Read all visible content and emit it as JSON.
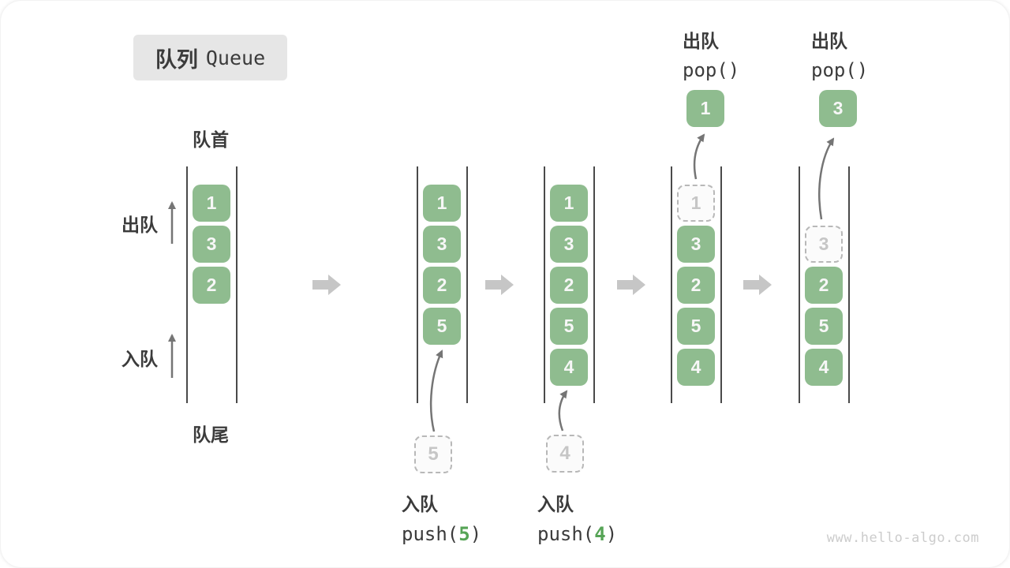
{
  "title": {
    "zh": "队列",
    "en": "Queue"
  },
  "side_labels": {
    "front": "队首",
    "rear": "队尾",
    "dequeue": "出队",
    "enqueue": "入队"
  },
  "states": [
    {
      "name": "initial",
      "start_row": 0,
      "cells": [
        {
          "v": "1"
        },
        {
          "v": "3"
        },
        {
          "v": "2"
        }
      ]
    },
    {
      "name": "after-push-5",
      "start_row": 0,
      "cells": [
        {
          "v": "1"
        },
        {
          "v": "3"
        },
        {
          "v": "2"
        },
        {
          "v": "5"
        }
      ],
      "incoming": "5"
    },
    {
      "name": "after-push-4",
      "start_row": 0,
      "cells": [
        {
          "v": "1"
        },
        {
          "v": "3"
        },
        {
          "v": "2"
        },
        {
          "v": "5"
        },
        {
          "v": "4"
        }
      ],
      "incoming": "4"
    },
    {
      "name": "after-pop-1",
      "start_row": 0,
      "cells": [
        {
          "v": "1",
          "dashed": true
        },
        {
          "v": "3"
        },
        {
          "v": "2"
        },
        {
          "v": "5"
        },
        {
          "v": "4"
        }
      ],
      "outgoing": "1"
    },
    {
      "name": "after-pop-3",
      "start_row": 1,
      "cells": [
        {
          "v": "3",
          "dashed": true
        },
        {
          "v": "2"
        },
        {
          "v": "5"
        },
        {
          "v": "4"
        }
      ],
      "outgoing": "3"
    }
  ],
  "push_annotations": [
    {
      "label": "入队",
      "code_prefix": "push(",
      "code_value": "5",
      "code_suffix": ")"
    },
    {
      "label": "入队",
      "code_prefix": "push(",
      "code_value": "4",
      "code_suffix": ")"
    }
  ],
  "pop_annotations": [
    {
      "label": "出队",
      "code": "pop()"
    },
    {
      "label": "出队",
      "code": "pop()"
    }
  ],
  "watermark": "www.hello-algo.com",
  "colors": {
    "cell_green": "#8FBC8F",
    "cell_text": "#F7F7F7",
    "accent_green": "#56A456",
    "title_bg": "#E6E6E6",
    "text_dark": "#3B3B3B",
    "flow_arrow": "#C6C6C6",
    "curve_arrow": "#757575",
    "channel_line": "#4A4A4A",
    "dashed_border": "#B8B8B8",
    "dashed_text": "#C6C6C6",
    "watermark": "#CCCCCC"
  }
}
